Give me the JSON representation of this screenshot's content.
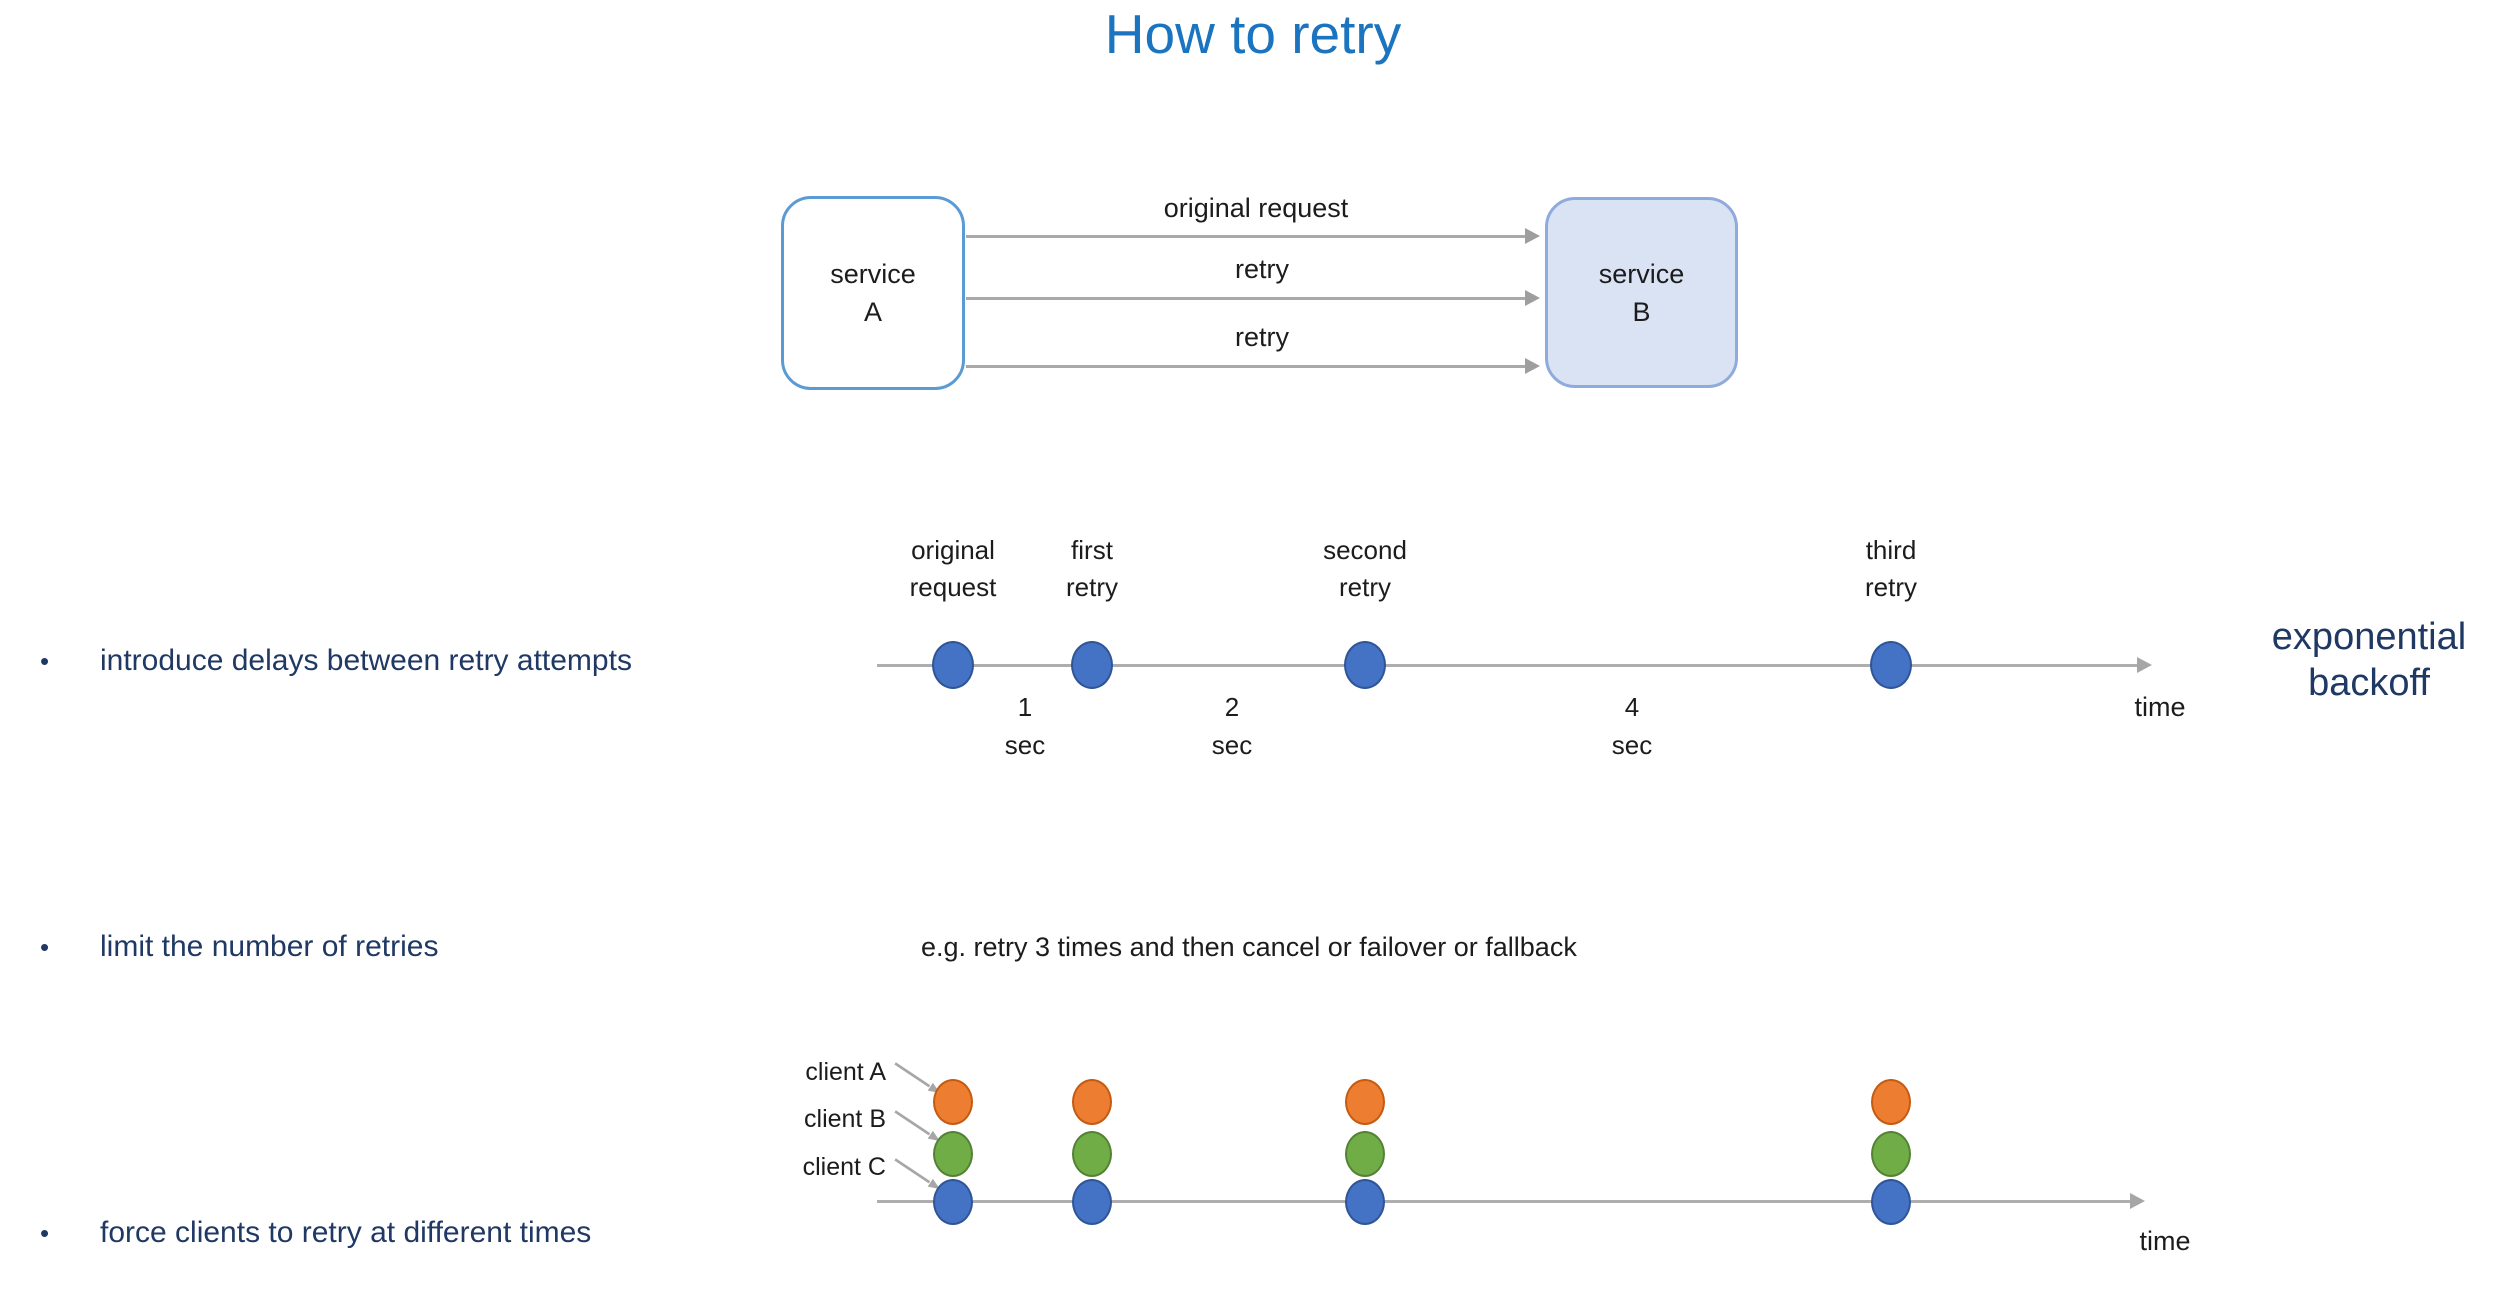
{
  "title": {
    "text": "How to retry"
  },
  "services_diagram": {
    "service_a": {
      "line1": "service",
      "line2": "A"
    },
    "service_b": {
      "line1": "service",
      "line2": "B"
    },
    "arrows": [
      {
        "label": "original request"
      },
      {
        "label": "retry"
      },
      {
        "label": "retry"
      }
    ]
  },
  "bullets": [
    {
      "text": "introduce delays between retry attempts"
    },
    {
      "text": "limit the number of retries",
      "note": "e.g. retry 3 times and then cancel or failover or fallback"
    },
    {
      "text": "force clients to retry at different times"
    }
  ],
  "backoff_timeline": {
    "events": [
      {
        "line1": "original",
        "line2": "request"
      },
      {
        "line1": "first",
        "line2": "retry"
      },
      {
        "line1": "second",
        "line2": "retry"
      },
      {
        "line1": "third",
        "line2": "retry"
      }
    ],
    "intervals": [
      {
        "value": "1",
        "unit": "sec"
      },
      {
        "value": "2",
        "unit": "sec"
      },
      {
        "value": "4",
        "unit": "sec"
      }
    ],
    "axis_label": "time",
    "annotation": {
      "line1": "exponential",
      "line2": "backoff"
    }
  },
  "clients_timeline": {
    "clients": [
      {
        "label": "client A",
        "color": "#ed7d31"
      },
      {
        "label": "client B",
        "color": "#70ad47"
      },
      {
        "label": "client C",
        "color": "#4472c4"
      }
    ],
    "retry_columns": 4,
    "axis_label": "time"
  },
  "colors": {
    "title_blue": "#1b74bf",
    "navy_text": "#1f3864",
    "dot_blue": "#4472c4",
    "dot_blue_border": "#2f5597",
    "dot_orange": "#ed7d31",
    "dot_orange_border": "#c55a11",
    "dot_green": "#70ad47",
    "dot_green_border": "#548235",
    "service_a_border": "#5b9bd5",
    "service_b_fill": "#dae3f3",
    "service_b_border": "#8faadc",
    "axis_gray": "#a6a6a6"
  }
}
